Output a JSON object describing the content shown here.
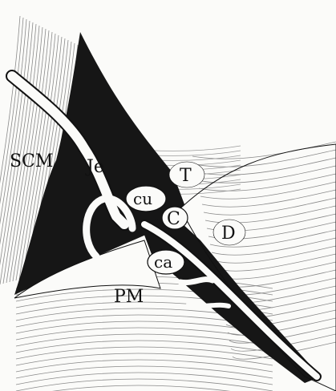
{
  "figure": {
    "labels": {
      "scm": "SCM",
      "je": "Je",
      "t": "T",
      "cu": "cu",
      "c": "C",
      "d": "D",
      "ca": "ca",
      "pm": "PM"
    }
  },
  "colors": {
    "background": "#fbfbf9",
    "ink": "#111111",
    "dark_fill": "#161616",
    "muscle_line": "#8a8a8a"
  }
}
